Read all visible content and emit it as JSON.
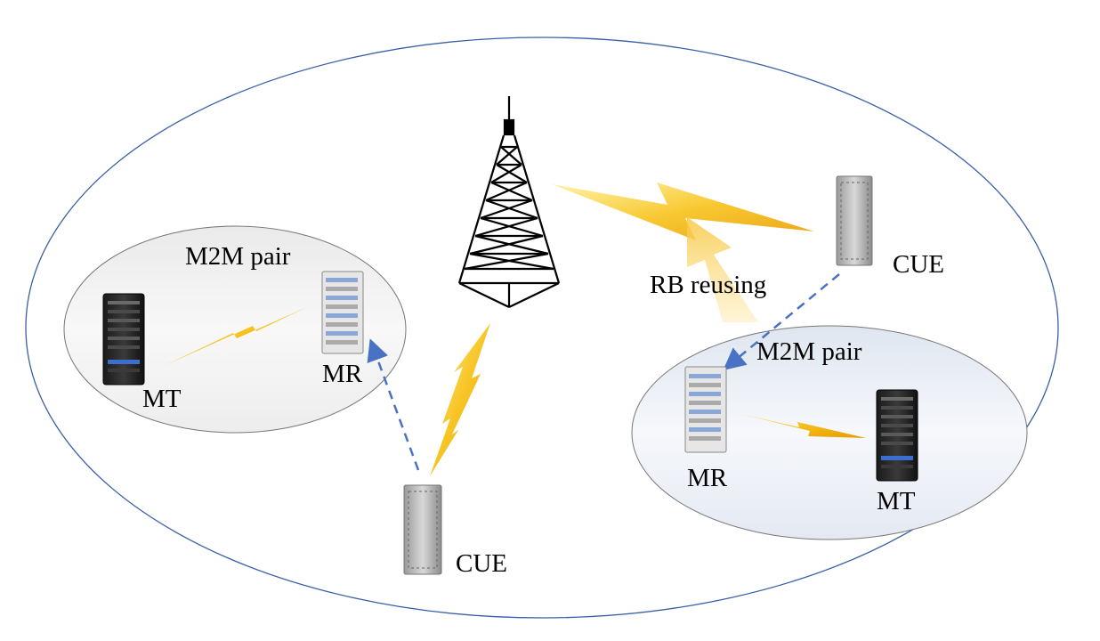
{
  "labels": {
    "m2m_pair_left": "M2M pair",
    "m2m_pair_right": "M2M pair",
    "mt_left": "MT",
    "mr_left": "MR",
    "mr_right": "MR",
    "mt_right": "MT",
    "cue_right": "CUE",
    "cue_bottom": "CUE",
    "rb_reusing": "RB reusing"
  },
  "colors": {
    "cell_border": "#3a5fa8",
    "link_dashed": "#4a72c4",
    "lightning": "#f5b400",
    "pair_fill": "#f0f0f0",
    "pair_fill_right": "#e8eef8"
  }
}
